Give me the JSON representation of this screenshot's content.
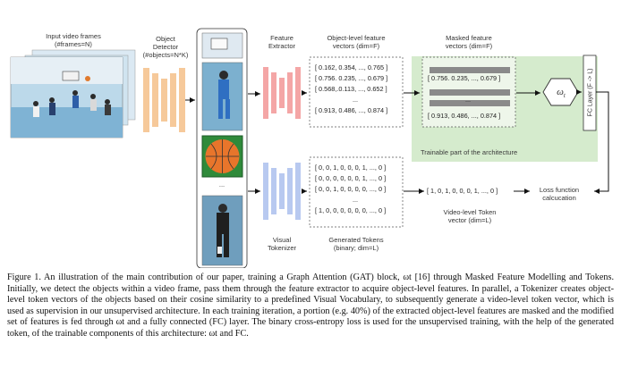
{
  "labels": {
    "input_frames": "Input video frames",
    "input_frames_sub": "(#frames=N)",
    "detector": "Object\nDetector",
    "detector_sub": "(#objects=N*K)",
    "extractor": "Feature\nExtractor",
    "object_vectors": "Object-level feature\nvectors (dim=F)",
    "masked_vectors": "Masked feature\nvectors (dim=F)",
    "omega": "ω",
    "omega_sub": "t",
    "fc": "FC Layer (F -> L)",
    "trainable": "Trainable part of the architecture",
    "tokenizer": "Visual\nTokenizer",
    "generated_tokens": "Generated Tokens\n(binary; dim=L)",
    "video_token": "Video-level Token\nvector (dim=L)",
    "loss": "Loss function\ncalcucation",
    "dots": "..."
  },
  "feature_vectors": [
    "[ 0.162, 0.354, ..., 0.765 ]",
    "[ 0.756. 0.235, ..., 0.679 ]",
    "[ 0.568,.0.113, ..., 0.652 ]",
    "...",
    "[ 0.913, 0.486, ..., 0.874 ]"
  ],
  "masked_vectors": [
    "[ 0.756. 0.235, ..., 0.679 ]",
    "[ 0.913, 0.486, ..., 0.874 ]"
  ],
  "token_vectors": [
    "[ 0, 0, 1, 0, 0, 0, 1, ..., 0 ]",
    "[ 0, 0, 0, 0, 0, 0, 1, ..., 0 ]",
    "[ 0, 0, 1, 0, 0, 0, 0, ..., 0 ]",
    "...",
    "[ 1, 0, 0, 0, 0, 0, 0, ..., 0 ]"
  ],
  "video_token_vector": "[ 1, 0, 1, 0, 0, 0, 1, ..., 0 ]",
  "caption": "Figure 1. An illustration of the main contribution of our paper, training a Graph Attention (GAT) block, ωt [16] through Masked Feature Modelling and Tokens. Initially, we detect the objects within a video frame, pass them through the feature extractor to acquire object-level features. In parallel, a Tokenizer creates object-level token vectors of the objects based on their cosine similarity to a predefined Visual Vocabulary, to subsequently generate a video-level token vector, which is used as supervision in our unsupervised architecture. In each training iteration, a portion (e.g. 40%) of the extracted object-level features are masked and the modified set of features is fed through ωt and a fully connected (FC) layer. The binary cross-entropy loss is used for the unsupervised training, with the help of the generated token, of the trainable components of this architecture: ωt and FC.",
  "colors": {
    "detector": "#f6c99a",
    "extractor": "#f4a6a6",
    "tokenizer": "#b8c9f0",
    "trainable_bg": "#d5ebcd",
    "frame_bg": "#cfe6f2"
  }
}
